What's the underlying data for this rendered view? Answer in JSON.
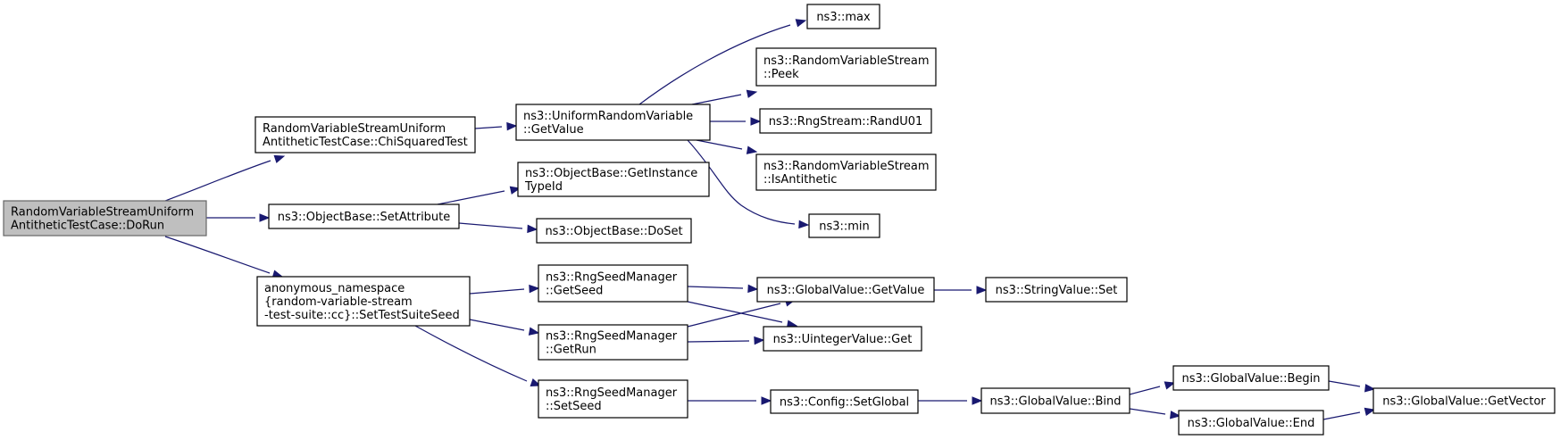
{
  "nodes": {
    "dorun": {
      "lines": [
        "RandomVariableStreamUniform",
        "AntitheticTestCase::DoRun"
      ],
      "root": true
    },
    "chisq": {
      "lines": [
        "RandomVariableStreamUniform",
        "AntitheticTestCase::ChiSquaredTest"
      ]
    },
    "setattr": {
      "lines": [
        "ns3::ObjectBase::SetAttribute"
      ]
    },
    "settestsuite": {
      "lines": [
        "anonymous_namespace",
        "{random-variable-stream",
        "-test-suite::cc}::SetTestSuiteSeed"
      ]
    },
    "uniformgetvalue": {
      "lines": [
        "ns3::UniformRandomVariable",
        "::GetValue"
      ]
    },
    "gettypeid": {
      "lines": [
        "ns3::ObjectBase::GetInstance",
        "TypeId"
      ]
    },
    "doset": {
      "lines": [
        "ns3::ObjectBase::DoSet"
      ]
    },
    "getseed": {
      "lines": [
        "ns3::RngSeedManager",
        "::GetSeed"
      ]
    },
    "getrun": {
      "lines": [
        "ns3::RngSeedManager",
        "::GetRun"
      ]
    },
    "setseed": {
      "lines": [
        "ns3::RngSeedManager",
        "::SetSeed"
      ]
    },
    "max": {
      "lines": [
        "ns3::max"
      ]
    },
    "peek": {
      "lines": [
        "ns3::RandomVariableStream",
        "::Peek"
      ]
    },
    "randu01": {
      "lines": [
        "ns3::RngStream::RandU01"
      ]
    },
    "isantithetic": {
      "lines": [
        "ns3::RandomVariableStream",
        "::IsAntithetic"
      ]
    },
    "min": {
      "lines": [
        "ns3::min"
      ]
    },
    "gvgetvalue": {
      "lines": [
        "ns3::GlobalValue::GetValue"
      ]
    },
    "uintget": {
      "lines": [
        "ns3::UintegerValue::Get"
      ]
    },
    "setglobal": {
      "lines": [
        "ns3::Config::SetGlobal"
      ]
    },
    "stringset": {
      "lines": [
        "ns3::StringValue::Set"
      ]
    },
    "bind": {
      "lines": [
        "ns3::GlobalValue::Bind"
      ]
    },
    "begin": {
      "lines": [
        "ns3::GlobalValue::Begin"
      ]
    },
    "end": {
      "lines": [
        "ns3::GlobalValue::End"
      ]
    },
    "getvector": {
      "lines": [
        "ns3::GlobalValue::GetVector"
      ]
    }
  },
  "edges": [
    [
      "dorun",
      "chisq"
    ],
    [
      "dorun",
      "setattr"
    ],
    [
      "dorun",
      "settestsuite"
    ],
    [
      "chisq",
      "uniformgetvalue"
    ],
    [
      "uniformgetvalue",
      "max"
    ],
    [
      "uniformgetvalue",
      "peek"
    ],
    [
      "uniformgetvalue",
      "randu01"
    ],
    [
      "uniformgetvalue",
      "isantithetic"
    ],
    [
      "uniformgetvalue",
      "min"
    ],
    [
      "setattr",
      "gettypeid"
    ],
    [
      "setattr",
      "doset"
    ],
    [
      "settestsuite",
      "getseed"
    ],
    [
      "settestsuite",
      "getrun"
    ],
    [
      "settestsuite",
      "setseed"
    ],
    [
      "getseed",
      "gvgetvalue"
    ],
    [
      "getseed",
      "uintget"
    ],
    [
      "getrun",
      "gvgetvalue"
    ],
    [
      "getrun",
      "uintget"
    ],
    [
      "gvgetvalue",
      "stringset"
    ],
    [
      "setseed",
      "setglobal"
    ],
    [
      "setglobal",
      "bind"
    ],
    [
      "bind",
      "begin"
    ],
    [
      "bind",
      "end"
    ],
    [
      "begin",
      "getvector"
    ],
    [
      "end",
      "getvector"
    ]
  ],
  "colors": {
    "edge": "#191970",
    "root_fill": "#bfbfbf",
    "node_fill": "#ffffff",
    "border": "#000000"
  }
}
